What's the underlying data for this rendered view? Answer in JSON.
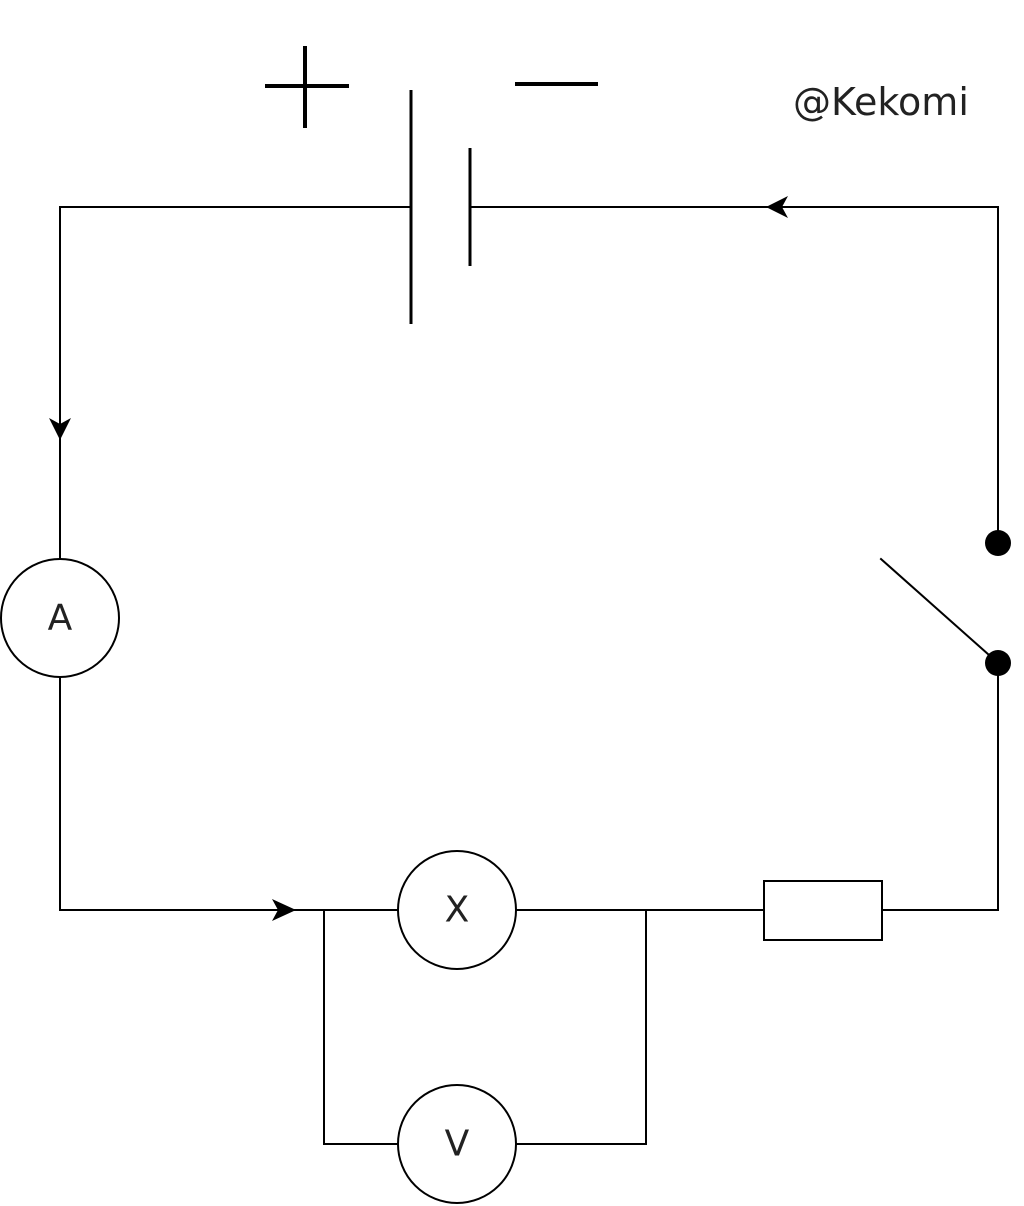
{
  "watermark": "@Kekomi",
  "battery": {
    "positive_symbol": "+",
    "negative_symbol": "−"
  },
  "meters": {
    "ammeter": "A",
    "component": "X",
    "voltmeter": "V"
  },
  "switch": {
    "state": "open"
  },
  "colors": {
    "line": "#000000",
    "background": "#ffffff"
  }
}
